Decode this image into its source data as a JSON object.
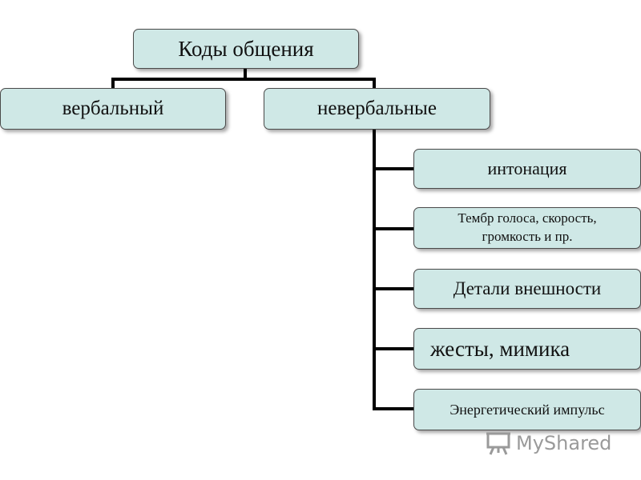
{
  "diagram": {
    "root": "Коды общения",
    "children": [
      "вербальный",
      "невербальные"
    ],
    "nonverbal_items": [
      "интонация",
      "Тембр голоса, скорость, громкость и пр.",
      "Детали внешности",
      "жесты, мимика",
      "Энергетический импульс"
    ]
  },
  "watermark": {
    "text": "MyShared",
    "icon": "presentation-board-icon"
  }
}
